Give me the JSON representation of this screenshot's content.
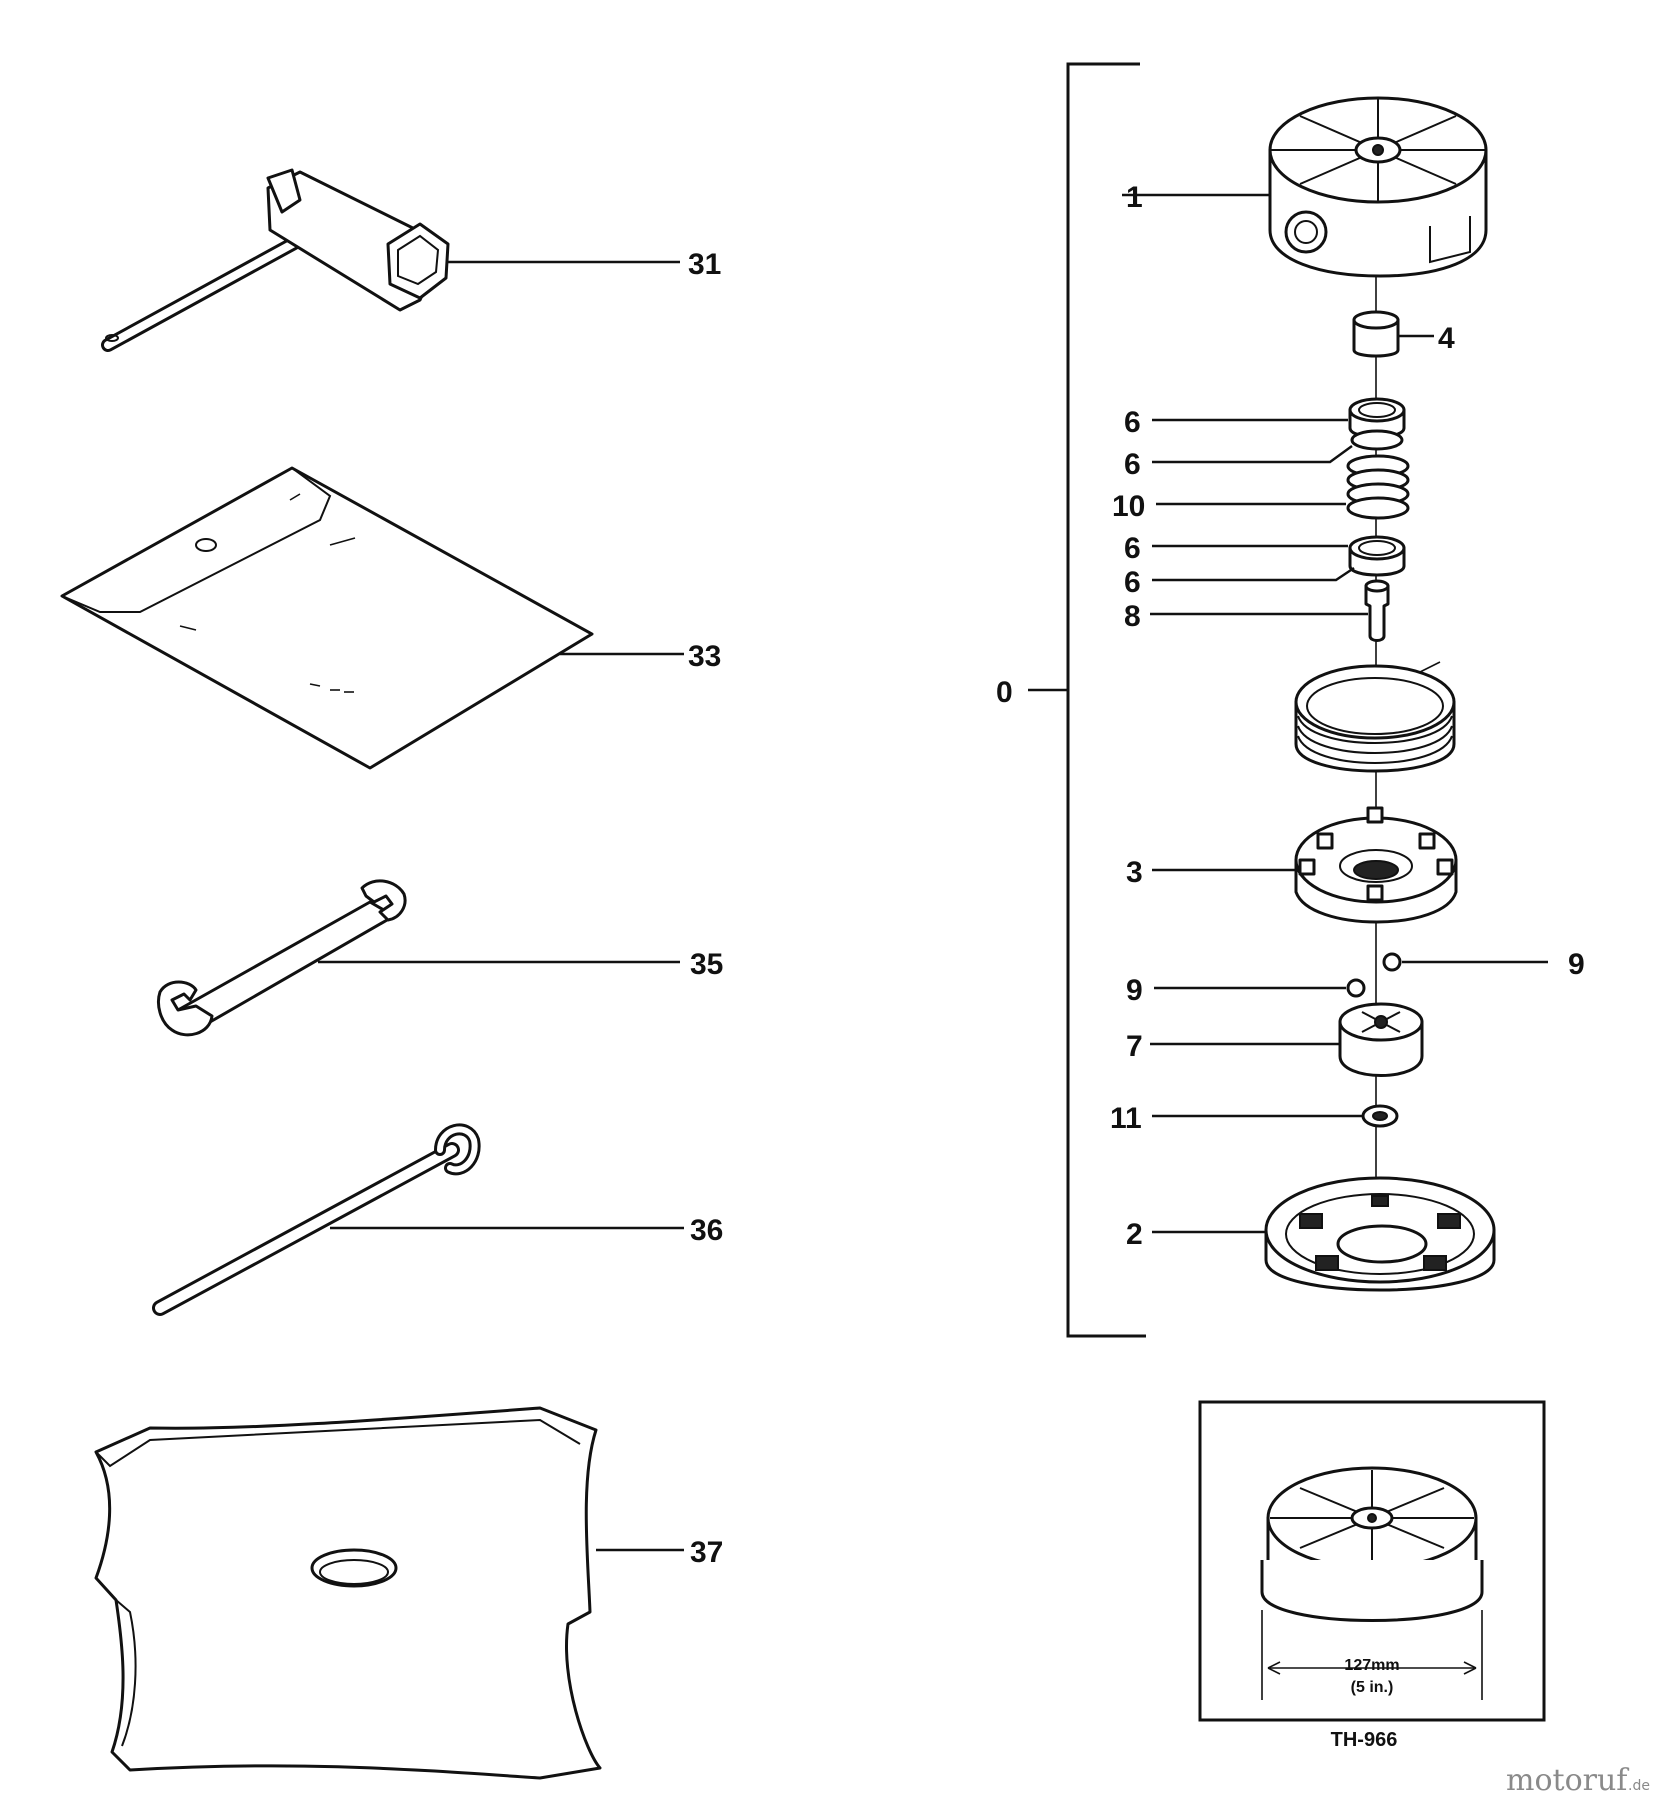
{
  "callouts": {
    "c31": "31",
    "c33": "33",
    "c35": "35",
    "c36": "36",
    "c37": "37",
    "c0": "0",
    "c1": "1",
    "c4": "4",
    "c6a": "6",
    "c6b": "6",
    "c10": "10",
    "c6c": "6",
    "c6d": "6",
    "c8": "8",
    "c3": "3",
    "c9a": "9",
    "c9b": "9",
    "c7": "7",
    "c11": "11",
    "c2": "2"
  },
  "inset": {
    "dimension_metric": "127mm",
    "dimension_imperial": "(5 in.)",
    "code": "TH-966"
  },
  "watermark": {
    "brand": "motoruf",
    "suffix": ".de"
  },
  "colors": {
    "ink": "#111111",
    "background": "#ffffff",
    "watermark": "#8a8a8a"
  }
}
